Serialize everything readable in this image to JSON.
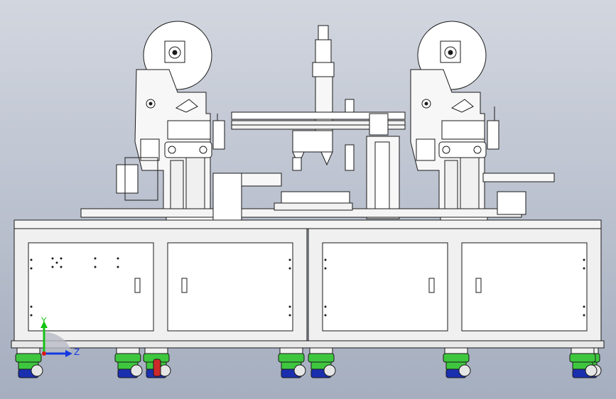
{
  "view": {
    "background_top": "#cfd3dd",
    "background_bottom": "#a4adbf",
    "line_color": "#1a1a1a",
    "metal_color": "#f4f4f4",
    "panel_color": "#ffffff"
  },
  "triad": {
    "y_label": "Y",
    "z_label": "Z",
    "y_color": "#14c414",
    "z_color": "#1438e0",
    "origin_color": "#d81818"
  },
  "casters": {
    "foot_color": "#3ec73e",
    "wheel_color": "#1a2fae",
    "brake_color": "#cc2a2a",
    "count": 8
  },
  "icons": {
    "tape_reel": "reel-icon",
    "gantry": "gantry-icon"
  }
}
